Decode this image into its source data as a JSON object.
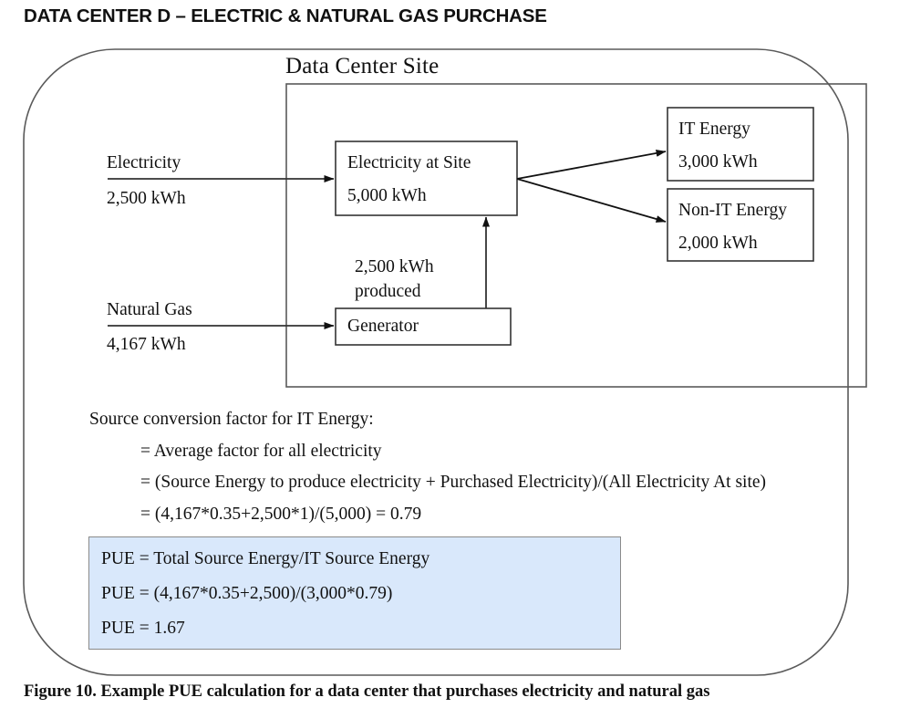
{
  "document": {
    "heading": "DATA CENTER D – ELECTRIC & NATURAL GAS PURCHASE",
    "caption": "Figure 10. Example PUE calculation for a data center that purchases electricity and natural gas"
  },
  "diagram": {
    "site_label": "Data Center Site",
    "inputs": [
      {
        "label": "Electricity",
        "value": "2,500 kWh"
      },
      {
        "label": "Natural Gas",
        "value": "4,167 kWh"
      }
    ],
    "boxes": [
      {
        "name": "electricity-at-site",
        "line1": "Electricity at Site",
        "line2": "5,000 kWh"
      },
      {
        "name": "it-energy",
        "line1": "IT Energy",
        "line2": "3,000 kWh"
      },
      {
        "name": "non-it-energy",
        "line1": "Non-IT Energy",
        "line2": "2,000 kWh"
      },
      {
        "name": "generator",
        "line1": "Generator",
        "line2": ""
      }
    ],
    "generator_output": {
      "line1": "2,500 kWh",
      "line2": "produced"
    }
  },
  "equations": {
    "intro": "Source conversion factor for IT Energy:",
    "lines": [
      "= Average factor for all electricity",
      "= (Source Energy to produce electricity + Purchased Electricity)/(All Electricity At site)",
      "= (4,167*0.35+2,500*1)/(5,000) = 0.79"
    ]
  },
  "pue_box": {
    "fill_color": "#d9e8fb",
    "border_color": "#8a8a8a",
    "lines": [
      "PUE = Total Source Energy/IT Source Energy",
      "PUE = (4,167*0.35+2,500)/(3,000*0.79)",
      "PUE = 1.67"
    ]
  },
  "colors": {
    "stroke": "#3f3f3f",
    "text": "#111111",
    "background": "#ffffff"
  }
}
